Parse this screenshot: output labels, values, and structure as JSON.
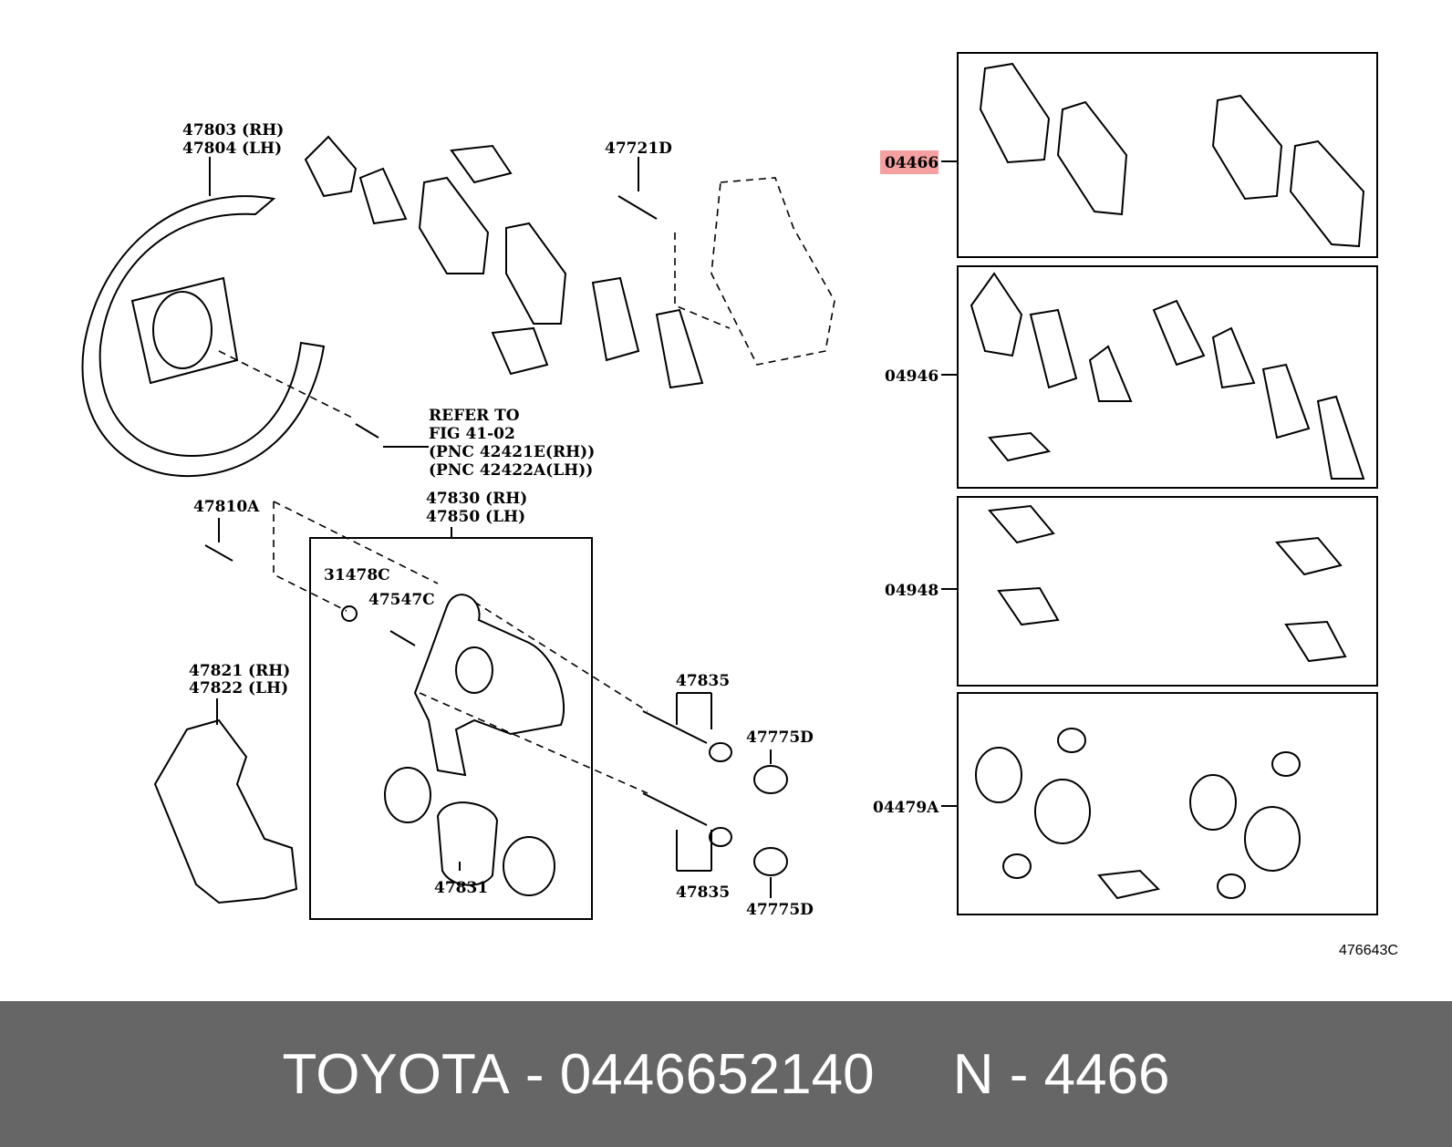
{
  "diagram": {
    "labels": {
      "shield": [
        "47803 (RH)",
        "47804 (LH)"
      ],
      "bolt_top": "47721D",
      "refer": [
        "REFER TO",
        "FIG 41-02",
        "(PNC  42421E(RH))",
        "(PNC  42422A(LH))"
      ],
      "bleeder_bolt": "47810A",
      "caliper": [
        "47830 (RH)",
        "47850 (LH)"
      ],
      "cap": "31478C",
      "bleeder": "47547C",
      "mounting": [
        "47821 (RH)",
        "47822 (LH)"
      ],
      "pin_top": "47835",
      "boot_top": "47775D",
      "piston": "47831",
      "pin_bottom": "47835",
      "boot_bottom": "47775D",
      "kit_pads": "04466",
      "kit_shims": "04946",
      "kit_clips": "04948",
      "kit_seal": "04479A"
    },
    "highlight_color": "#f4a0a0",
    "figure_code": "476643C"
  },
  "footer": {
    "brand": "TOYOTA",
    "part_number": "0446652140",
    "short_code": "N - 4466",
    "background": "#666666"
  }
}
